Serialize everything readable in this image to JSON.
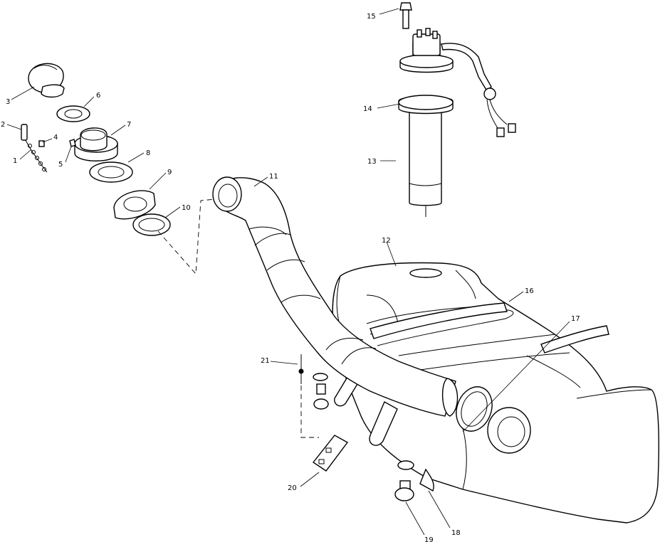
{
  "callouts": [
    {
      "id": "c1",
      "text": "1"
    },
    {
      "id": "c2",
      "text": "2"
    },
    {
      "id": "c3",
      "text": "3"
    },
    {
      "id": "c4",
      "text": "4"
    },
    {
      "id": "c5",
      "text": "5"
    },
    {
      "id": "c6",
      "text": "6"
    },
    {
      "id": "c7",
      "text": "7"
    },
    {
      "id": "c8",
      "text": "8"
    },
    {
      "id": "c9",
      "text": "9"
    },
    {
      "id": "c10",
      "text": "10"
    },
    {
      "id": "c11",
      "text": "11"
    },
    {
      "id": "c12",
      "text": "12"
    },
    {
      "id": "c13",
      "text": "13"
    },
    {
      "id": "c14",
      "text": "14"
    },
    {
      "id": "c15",
      "text": "15"
    },
    {
      "id": "c16",
      "text": "16"
    },
    {
      "id": "c17",
      "text": "17"
    },
    {
      "id": "c18",
      "text": "18"
    },
    {
      "id": "c19",
      "text": "19"
    },
    {
      "id": "c20",
      "text": "20"
    },
    {
      "id": "c21",
      "text": "21"
    }
  ],
  "colors": {
    "line": "#000000",
    "background": "#ffffff"
  }
}
